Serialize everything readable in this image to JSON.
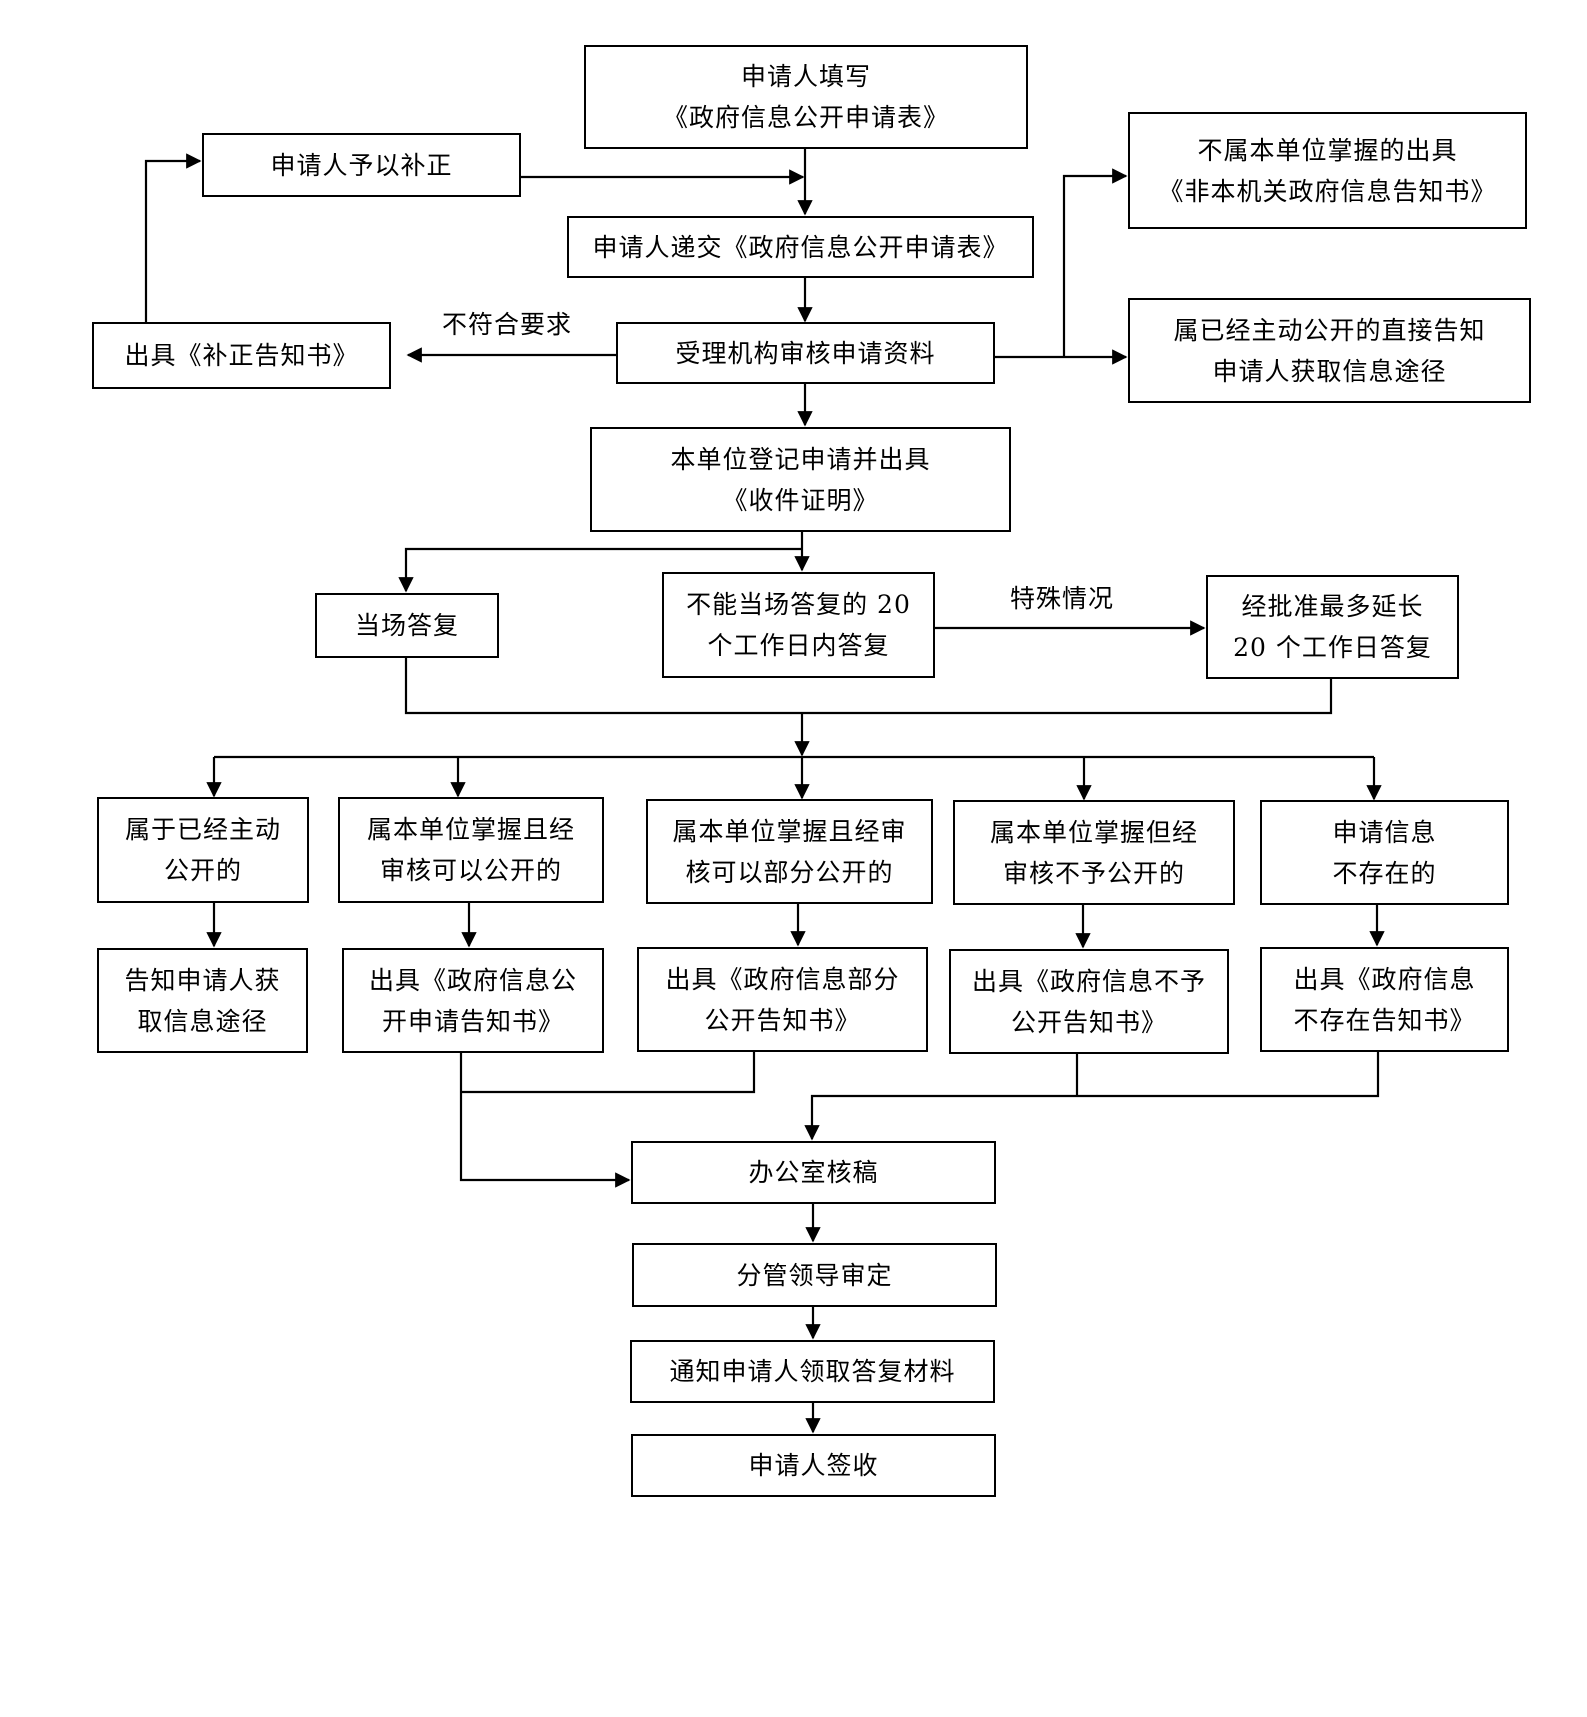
{
  "title": "政府信息公开申请办理流程图",
  "nodes": {
    "fill_form": [
      "申请人填写",
      "《政府信息公开申请表》"
    ],
    "supplement": [
      "申请人予以补正"
    ],
    "submit_form": [
      "申请人递交《政府信息公开申请表》"
    ],
    "correction_notice": [
      "出具《补正告知书》"
    ],
    "review_materials": [
      "受理机构审核申请资料"
    ],
    "not_our_unit": [
      "不属本单位掌握的出具",
      "《非本机关政府信息告知书》"
    ],
    "already_public_direct": [
      "属已经主动公开的直接告知",
      "申请人获取信息途径"
    ],
    "register_receipt": [
      "本单位登记申请并出具",
      "《收件证明》"
    ],
    "reply_on_spot": [
      "当场答复"
    ],
    "reply_20_days": [
      "不能当场答复的 20",
      "个工作日内答复"
    ],
    "extend_20_days": [
      "经批准最多延长",
      "20 个工作日答复"
    ],
    "cat_already_public": [
      "属于已经主动",
      "公开的"
    ],
    "cat_can_disclose": [
      "属本单位掌握且经",
      "审核可以公开的"
    ],
    "cat_partial_disclose": [
      "属本单位掌握且经审",
      "核可以部分公开的"
    ],
    "cat_not_disclose": [
      "属本单位掌握但经",
      "审核不予公开的"
    ],
    "cat_not_exist": [
      "申请信息",
      "不存在的"
    ],
    "out_inform_access": [
      "告知申请人获",
      "取信息途径"
    ],
    "out_disclose_notice": [
      "出具《政府信息公",
      "开申请告知书》"
    ],
    "out_partial_notice": [
      "出具《政府信息部分",
      "公开告知书》"
    ],
    "out_not_disclose_notice": [
      "出具《政府信息不予",
      "公开告知书》"
    ],
    "out_not_exist_notice": [
      "出具《政府信息",
      "不存在告知书》"
    ],
    "office_review": [
      "办公室核稿"
    ],
    "leader_approve": [
      "分管领导审定"
    ],
    "notify_pickup": [
      "通知申请人领取答复材料"
    ],
    "applicant_sign": [
      "申请人签收"
    ]
  },
  "edge_labels": {
    "not_meet_requirements": "不符合要求",
    "special_circumstances": "特殊情况"
  },
  "colors": {
    "line": "#000000",
    "background": "#ffffff"
  }
}
